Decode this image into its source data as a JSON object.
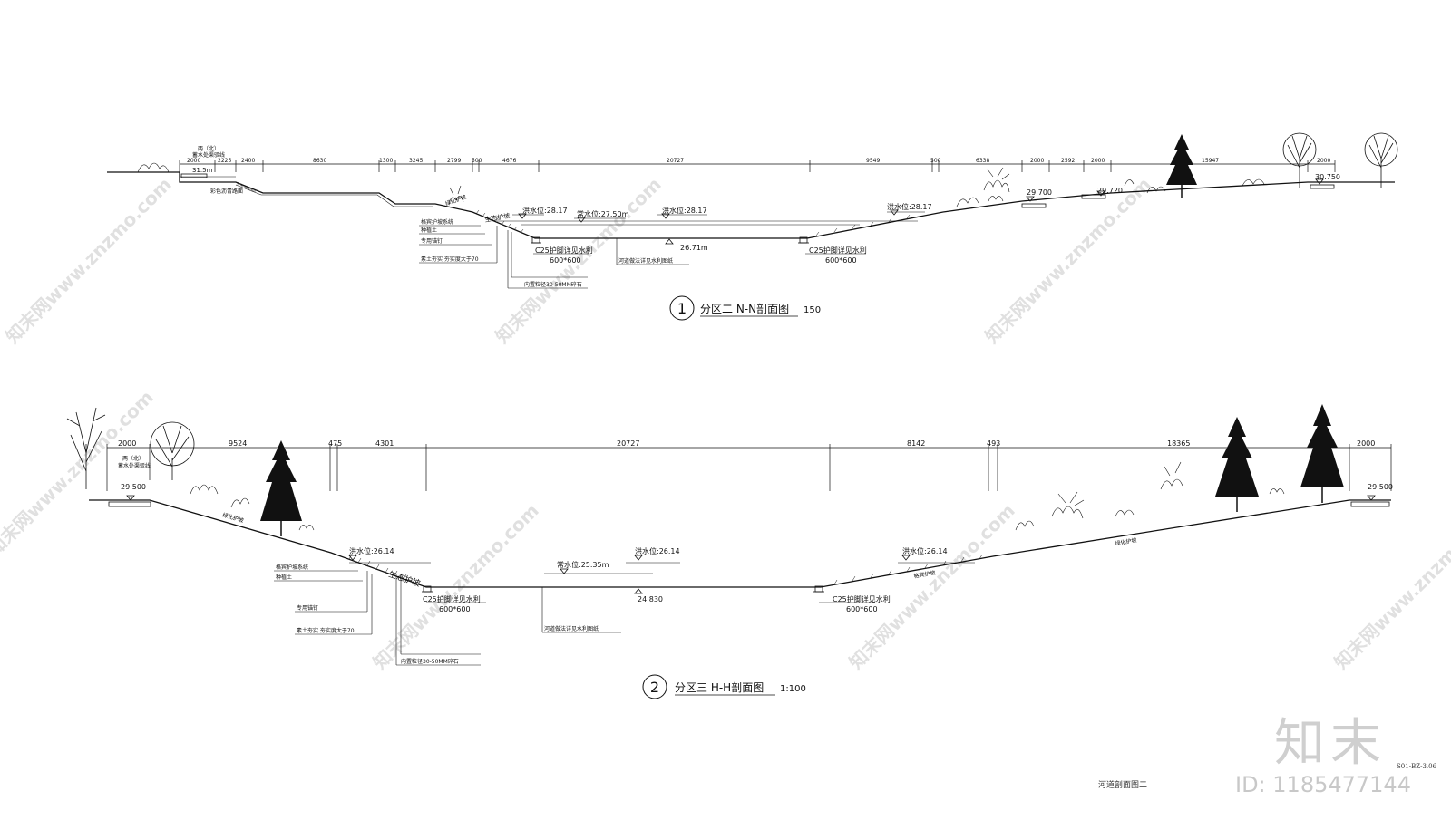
{
  "watermark": {
    "text": "知末网www.znzmo.com"
  },
  "brand": {
    "logo_text": "知末",
    "id_text": "ID: 1185477144"
  },
  "sheet": {
    "code": "S01-BZ-3.06",
    "name": "河道剖面图二"
  },
  "section1": {
    "number": "1",
    "title": "分区二   N-N剖面图",
    "scale": "150",
    "dims": [
      "2000",
      "2225",
      "2400",
      "8630",
      "1300",
      "3245",
      "2799",
      "500",
      "4676",
      "20727",
      "9549",
      "500",
      "6338",
      "2000",
      "2592",
      "2000",
      "15947",
      "2000"
    ],
    "labels": {
      "top_left_a": "两（北）",
      "top_left_b": "蓄水处渠驳线",
      "elev_31_5": "31.5m",
      "paving": "彩色沥青路面",
      "veg_slope": "绿化护坡",
      "eco_slope": "生态护坡",
      "geo_system": "格宾护坡系统",
      "planting_soil": "种植土",
      "anchor": "专用锚钉",
      "compaction": "素土夯实  夯实度大于70",
      "gravel": "内置粒径30-50MM碎石",
      "flood1": "洪水位:28.17",
      "normal": "常水位:27.50m",
      "flood2": "洪水位:28.17",
      "flood3": "洪水位:28.17",
      "bottom": "26.71m",
      "c25_left": "C25护脚详见水利",
      "c25_left_size": "600*600",
      "dredge": "河道做法详见水利图纸",
      "c25_right": "C25护脚详见水利",
      "c25_right_size": "600*600",
      "elev_29700": "29.700",
      "elev_29720": "29.720",
      "elev_30750": "30.750"
    }
  },
  "section2": {
    "number": "2",
    "title": "分区三   H-H剖面图",
    "scale": "1:100",
    "dims": [
      "2000",
      "9524",
      "475",
      "4301",
      "20727",
      "8142",
      "493",
      "18365",
      "2000"
    ],
    "labels": {
      "top_left_a": "两（北）",
      "top_left_b": "蓄水处渠驳线",
      "elev_left": "29.500",
      "veg_slope_l": "绿化护坡",
      "geo_system": "格宾护坡系统",
      "planting_soil": "种植土",
      "flood_l": "洪水位:26.14",
      "eco_slope": "生态护坡",
      "anchor": "专用锚钉",
      "compaction": "素土夯实  夯实度大于70",
      "gravel": "内置粒径30-50MM碎石",
      "normal": "常水位:25.35m",
      "flood_m": "洪水位:26.14",
      "bottom": "24.830",
      "c25_left": "C25护脚详见水利",
      "c25_left_size": "600*600",
      "dredge": "河道做法详见水利图纸",
      "flood_r": "洪水位:26.14",
      "eco_slope_r": "格宾护坡",
      "c25_right": "C25护脚详见水利",
      "c25_right_size": "600*600",
      "veg_slope_r": "绿化护坡",
      "elev_right": "29.500"
    }
  }
}
